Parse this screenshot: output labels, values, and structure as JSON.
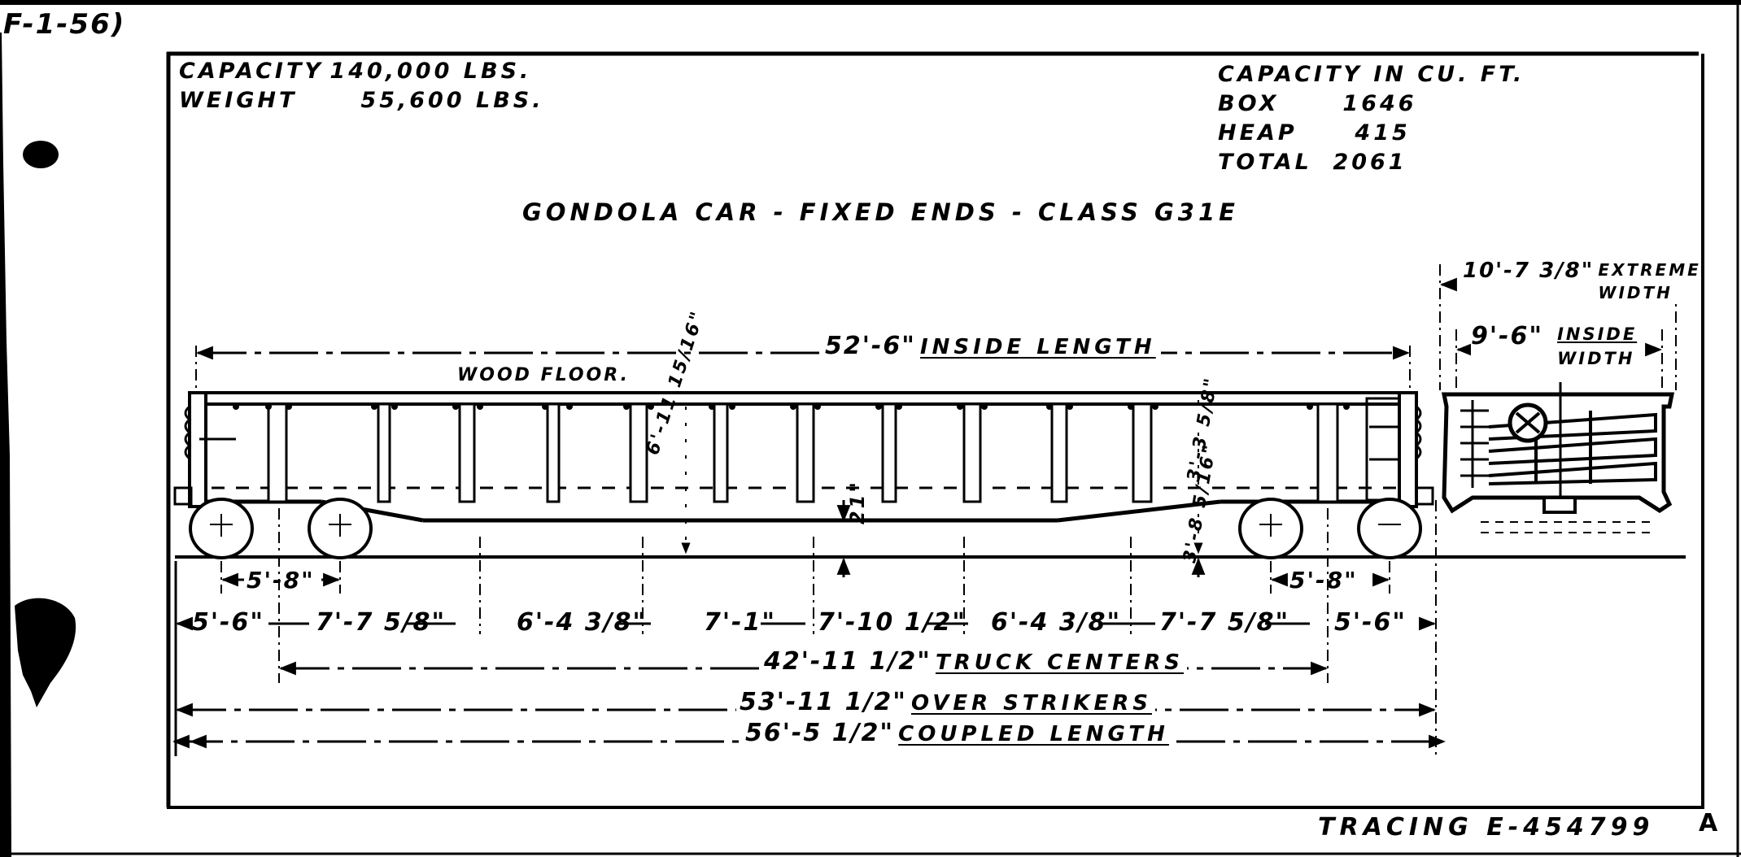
{
  "sheet": {
    "corner_ref": "F-1-56)",
    "revision_letter": "A",
    "tracing_number": "TRACING E-454799"
  },
  "specs_left": {
    "capacity_label": "CAPACITY",
    "capacity_value": "140,000 LBS.",
    "weight_label": "WEIGHT",
    "weight_value": "55,600 LBS."
  },
  "specs_right": {
    "heading": "CAPACITY IN CU. FT.",
    "rows": [
      {
        "label": "BOX",
        "value": "1646"
      },
      {
        "label": "HEAP",
        "value": "415"
      },
      {
        "label": "TOTAL",
        "value": "2061"
      }
    ]
  },
  "title": "GONDOLA CAR - FIXED ENDS - CLASS G31E",
  "annotations": {
    "wood_floor": "WOOD FLOOR."
  },
  "dimensions": {
    "inside_length": {
      "value": "52'-6\"",
      "label": "INSIDE LENGTH"
    },
    "extreme_width": {
      "value": "10'-7 3/8\"",
      "label_line1": "EXTREME",
      "label_line2": "WIDTH"
    },
    "inside_width": {
      "value": "9'-6\"",
      "label_line1": "INSIDE",
      "label_line2": "WIDTH"
    },
    "side_height": "6'-11 15/16\"",
    "end_height_upper": "3'-3 5/8\"",
    "end_height_lower": "3'-8 5/16\"",
    "floor_to_rail": "21\"",
    "wheelbase_left": "5'-8\"",
    "wheelbase_right": "5'-8\"",
    "panel_spacings": [
      "5'-6\"",
      "7'-7 5/8\"",
      "6'-4 3/8\"",
      "7'-1\"",
      "7'-10 1/2\"",
      "6'-4 3/8\"",
      "7'-7 5/8\"",
      "5'-6\""
    ],
    "truck_centers": {
      "value": "42'-11 1/2\"",
      "label": "TRUCK CENTERS"
    },
    "over_strikers": {
      "value": "53'-11 1/2\"",
      "label": "OVER STRIKERS"
    },
    "coupled_length": {
      "value": "56'-5 1/2\"",
      "label": "COUPLED LENGTH"
    }
  },
  "colors": {
    "ink": "#000000",
    "paper": "#ffffff"
  }
}
